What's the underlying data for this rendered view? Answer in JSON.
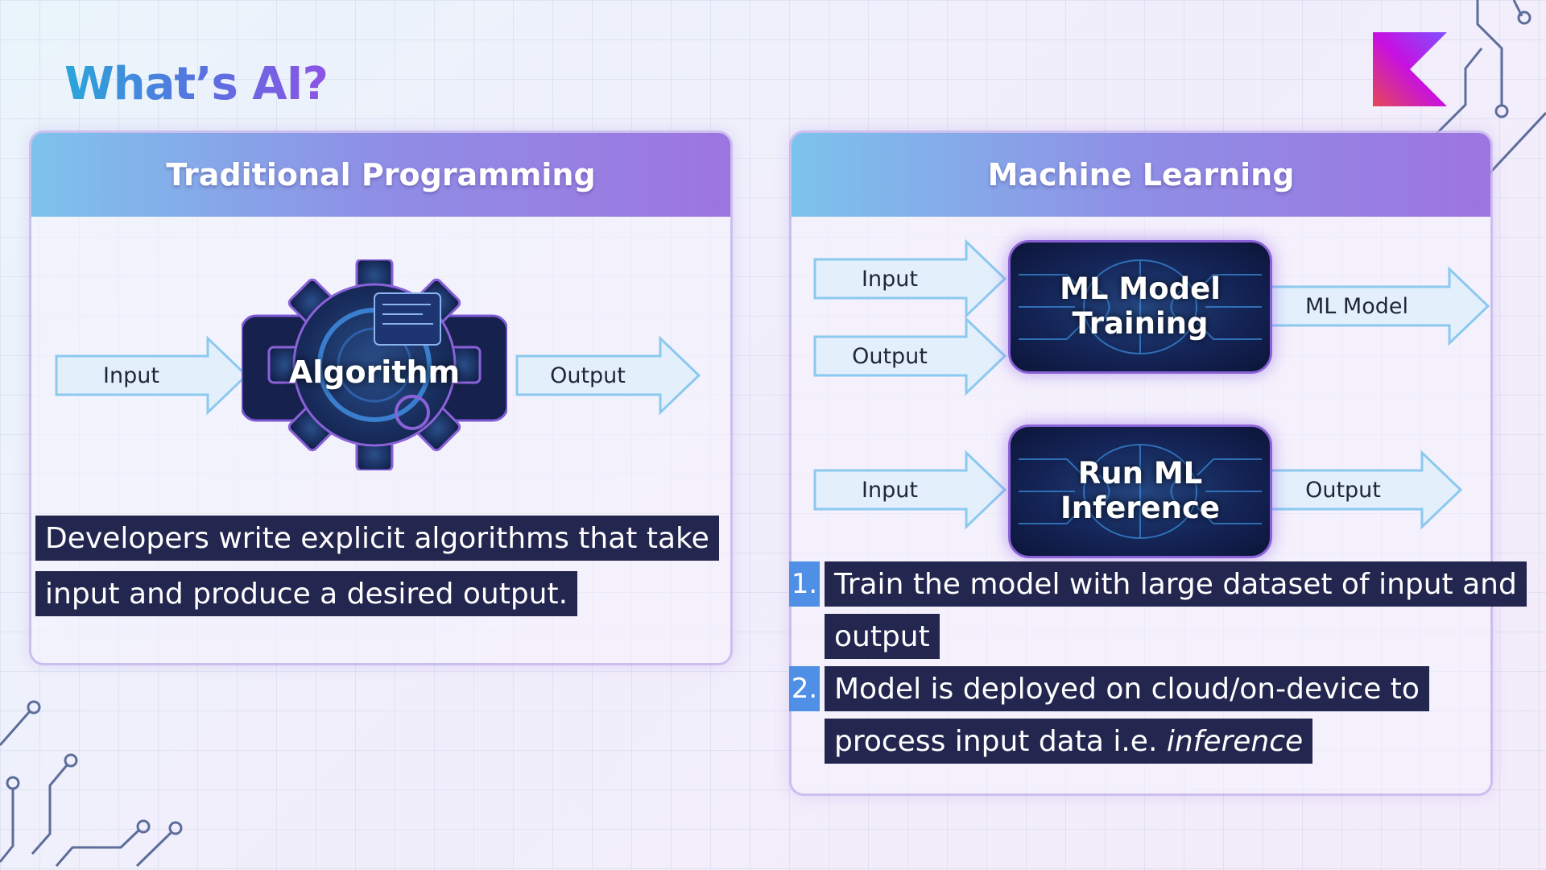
{
  "page": {
    "title": "What’s AI?"
  },
  "left_panel": {
    "header": "Traditional Programming",
    "input_label": "Input",
    "center_label": "Algorithm",
    "output_label": "Output",
    "description_line1": "Developers write explicit algorithms that take",
    "description_line2": "input and produce a desired output."
  },
  "right_panel": {
    "header": "Machine Learning",
    "training": {
      "input_label": "Input",
      "output_label": "Output",
      "box_line1": "ML Model",
      "box_line2": "Training",
      "result_label": "ML Model"
    },
    "inference": {
      "input_label": "Input",
      "box_line1": "Run ML",
      "box_line2": "Inference",
      "output_label": "Output"
    },
    "steps": [
      {
        "number": "1.",
        "line1": "Train the model with large dataset of input and",
        "line2": "output"
      },
      {
        "number": "2.",
        "line1": "Model is deployed on cloud/on-device to",
        "line2_prefix": "process input data i.e. ",
        "line2_emphasis": "inference"
      }
    ]
  },
  "colors": {
    "accent_blue": "#2aa6d9",
    "accent_purple": "#8d55e3",
    "dark_box": "#142456",
    "highlight_bg": "#23264f"
  },
  "icons": [
    "kotlin-logo-icon",
    "gear-icon",
    "brain-circuit-icon",
    "arrow-right-icon"
  ]
}
